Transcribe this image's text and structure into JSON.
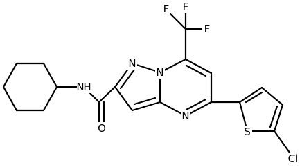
{
  "molecule": {
    "atom_labels": {
      "f1": "F",
      "f2": "F",
      "f3": "F",
      "nh": "N",
      "h": "H",
      "n_pz": "N",
      "n_bridge": "N",
      "n_pm": "N",
      "o": "O",
      "s": "S",
      "cl": "Cl"
    },
    "colors": {
      "bond": "#000000",
      "label": "#000000",
      "background": "#ffffff"
    }
  }
}
